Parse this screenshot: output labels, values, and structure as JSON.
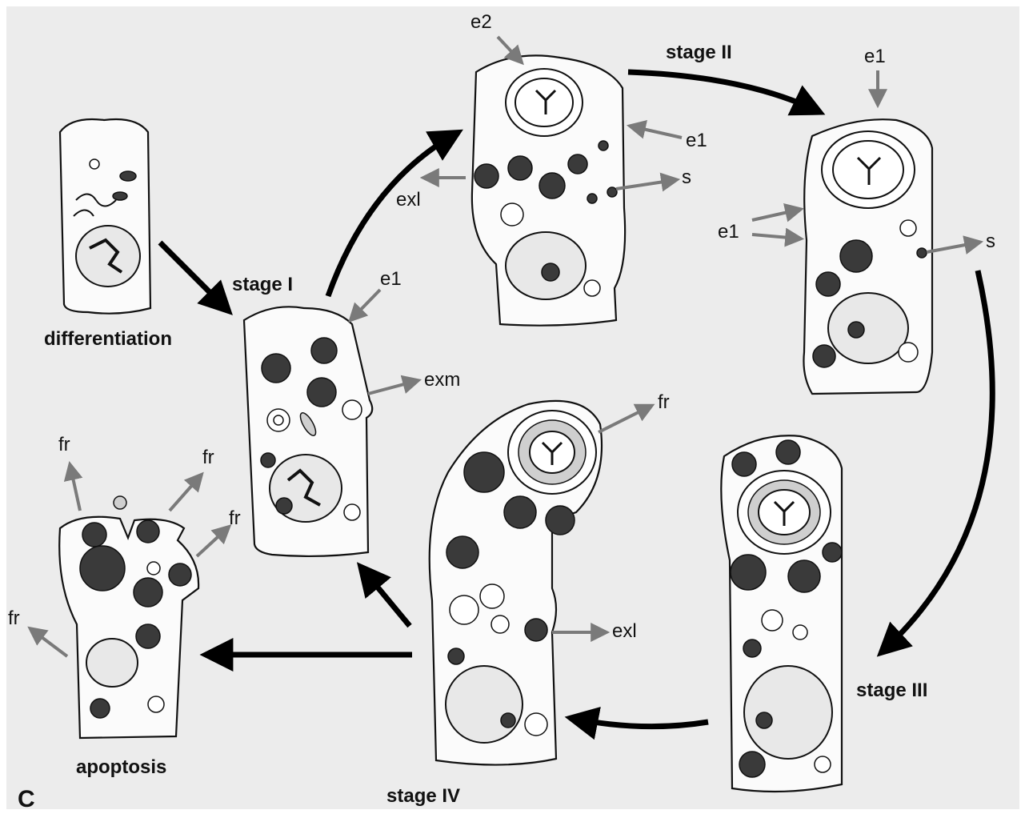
{
  "panel_letter": "C",
  "stages": {
    "differentiation": "differentiation",
    "stage_1": "stage I",
    "stage_2": "stage II",
    "stage_3": "stage III",
    "stage_4": "stage IV",
    "apoptosis": "apoptosis"
  },
  "labels": {
    "e1": "e1",
    "e2": "e2",
    "s": "s",
    "exl": "exl",
    "exm": "exm",
    "fr": "fr"
  },
  "colors": {
    "background": "#ececec",
    "black_arrow": "#000000",
    "grey_arrow": "#7a7a7a"
  }
}
